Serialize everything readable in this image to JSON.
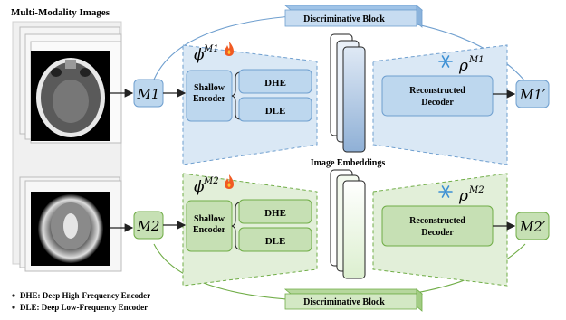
{
  "title": "Multi-Modality Images",
  "embeddings_label": "Image Embeddings",
  "top": {
    "disc_block": "Discriminative Block",
    "modality": "M1",
    "modality_out": "M1′",
    "encoder_symbol": "ϕ",
    "encoder_sup": "M1",
    "decoder_symbol": "ρ",
    "decoder_sup": "M1",
    "shallow_encoder": [
      "Shallow",
      "Encoder"
    ],
    "dhe": "DHE",
    "dle": "DLE",
    "decoder": [
      "Reconstructed",
      "Decoder"
    ]
  },
  "bottom": {
    "disc_block": "Discriminative Block",
    "modality": "M2",
    "modality_out": "M2′",
    "encoder_symbol": "ϕ",
    "encoder_sup": "M2",
    "decoder_symbol": "ρ",
    "decoder_sup": "M2",
    "shallow_encoder": [
      "Shallow",
      "Encoder"
    ],
    "dhe": "DHE",
    "dle": "DLE",
    "decoder": [
      "Reconstructed",
      "Decoder"
    ]
  },
  "legend": [
    "DHE: Deep High-Frequency Encoder",
    "DLE: Deep Low-Frequency Encoder"
  ],
  "colors": {
    "blue_fill": "#bdd7ee",
    "blue_region": "#dae8f5",
    "blue_stroke": "#6f9fcf",
    "green_fill": "#c6e0b4",
    "green_region": "#e2efd9",
    "green_stroke": "#70ad47",
    "arrow": "#222222",
    "fire": "#f05a22",
    "snow": "#3b8fd4"
  },
  "icons": [
    "fire-icon",
    "snowflake-icon"
  ]
}
